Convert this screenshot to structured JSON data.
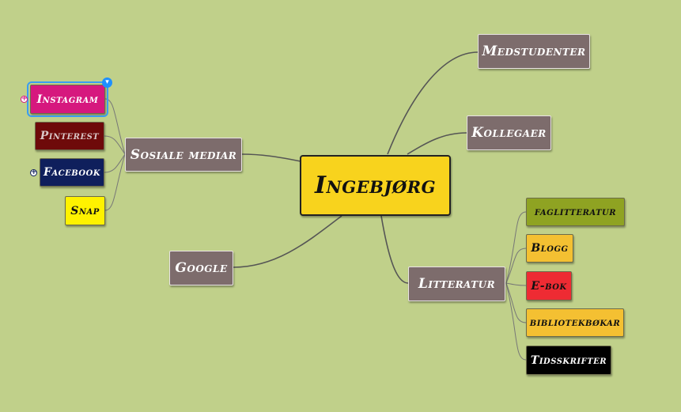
{
  "mindmap": {
    "root": {
      "label": "Ingebjørg",
      "color": "#f8d31d"
    },
    "branches": {
      "medstudenter": {
        "label": "Medstudenter"
      },
      "kollegaer": {
        "label": "Kollegaer"
      },
      "sosiale": {
        "label": "Sosiale mediar"
      },
      "google": {
        "label": "Google"
      },
      "litteratur": {
        "label": "Litteratur"
      }
    },
    "social_children": [
      {
        "key": "instagram",
        "label": "Instagram",
        "color": "#d6187e"
      },
      {
        "key": "pinterest",
        "label": "Pinterest",
        "color": "#6e0a0a"
      },
      {
        "key": "facebook",
        "label": "Facebook",
        "color": "#0f1f5c"
      },
      {
        "key": "snap",
        "label": "Snap",
        "color": "#fff200"
      }
    ],
    "literature_children": [
      {
        "key": "faglitteratur",
        "label": "faglitteratur",
        "color": "#8fa322"
      },
      {
        "key": "blogg",
        "label": "Blogg",
        "color": "#f4c032"
      },
      {
        "key": "ebok",
        "label": "E-bok",
        "color": "#ee2b33"
      },
      {
        "key": "bibliotekbokar",
        "label": "bibliotekbøkar",
        "color": "#f4c032"
      },
      {
        "key": "tidsskrifter",
        "label": "Tidsskrifter",
        "color": "#000000"
      }
    ],
    "icons": {
      "collapse": "chevron-down-icon",
      "expand_instagram": "plus-icon",
      "expand_facebook": "plus-icon"
    }
  }
}
